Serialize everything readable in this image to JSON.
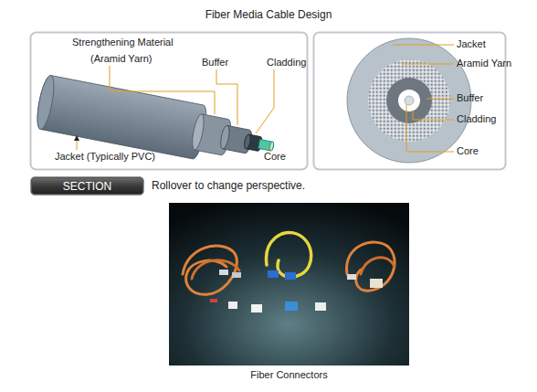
{
  "diagram": {
    "title": "Fiber Media Cable Design",
    "caption": "Fiber Connectors",
    "nodes": [
      {
        "text": [
          "SECTION"
        ]
      }
    ],
    "labels": [
      "Strengthening Material",
      "(Aramid Yarn)",
      "Buffer",
      "Cladding",
      "Core",
      "Jacket (Typically PVC)",
      "Jacket",
      "Aramid Yarn",
      "Buffer",
      "Cladding",
      "Core",
      "Rollover to change perspective."
    ]
  }
}
